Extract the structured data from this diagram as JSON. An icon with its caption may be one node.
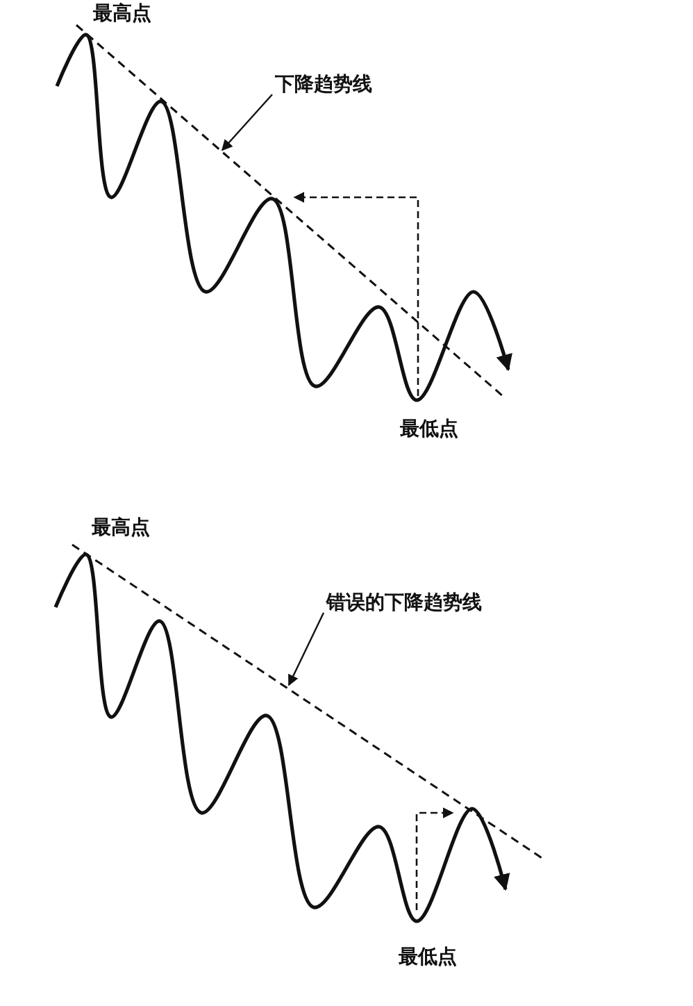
{
  "diagram": {
    "nodes": [
      {
        "text": [
          "下降趋势线"
        ]
      },
      {
        "text": [
          "错误的下降趋势线"
        ]
      }
    ],
    "edges": [
      {
        "from": 0,
        "to": null,
        "arrow": "to"
      },
      {
        "from": 1,
        "to": null,
        "arrow": "to"
      }
    ],
    "labels": [
      "最高点",
      "最低点",
      "最高点",
      "最低点"
    ]
  }
}
